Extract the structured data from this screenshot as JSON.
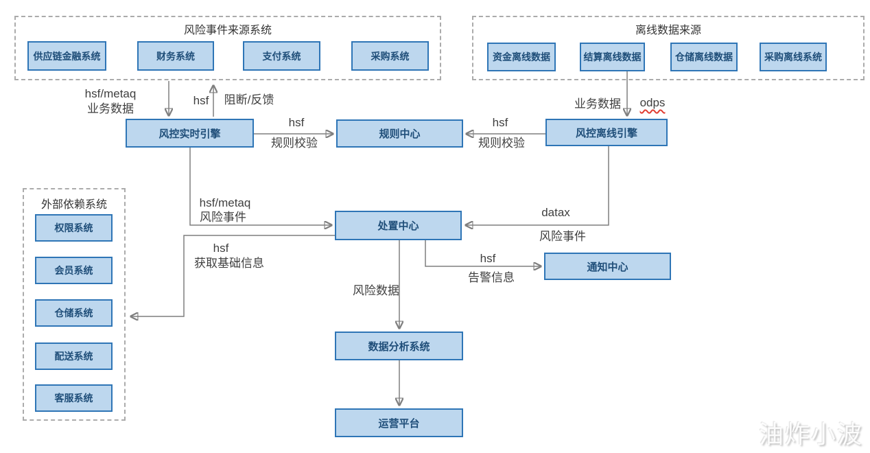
{
  "diagram": {
    "groups": {
      "risk_sources": {
        "title": "风险事件来源系统",
        "items": [
          "供应链金融系统",
          "财务系统",
          "支付系统",
          "采购系统"
        ]
      },
      "offline_sources": {
        "title": "离线数据来源",
        "items": [
          "资金离线数据",
          "结算离线数据",
          "仓储离线数据",
          "采购离线系统"
        ]
      },
      "external_deps": {
        "title": "外部依赖系统",
        "items": [
          "权限系统",
          "会员系统",
          "仓储系统",
          "配送系统",
          "客服系统"
        ]
      }
    },
    "nodes": {
      "realtime_engine": "风控实时引擎",
      "rule_center": "规则中心",
      "offline_engine": "风控离线引擎",
      "disposal_center": "处置中心",
      "notify_center": "通知中心",
      "data_analysis": "数据分析系统",
      "ops_platform": "运营平台"
    },
    "edges": {
      "feed_realtime": {
        "line1": "hsf/metaq",
        "line2": "业务数据"
      },
      "block_feedback": {
        "line1": "hsf",
        "line2": "阻断/反馈"
      },
      "realtime_to_rule": {
        "line1": "hsf",
        "line2": "规则校验"
      },
      "offline_to_rule": {
        "line1": "hsf",
        "line2": "规则校验"
      },
      "feed_offline": {
        "line1": "业务数据",
        "line2": "odps"
      },
      "risk_event_realtime": {
        "line1": "hsf/metaq",
        "line2": "风险事件"
      },
      "risk_event_offline": {
        "line1": "datax",
        "line2": "风险事件"
      },
      "base_info": {
        "line1": "hsf",
        "line2": "获取基础信息"
      },
      "alert_info": {
        "line1": "hsf",
        "line2": "告警信息"
      },
      "risk_data": {
        "line1": "风险数据"
      }
    },
    "watermark": "油炸小波",
    "colors": {
      "node_fill": "#bdd7ee",
      "node_border": "#2e75b6",
      "node_text": "#1f4e79",
      "arrow": "#7f7f7f",
      "dashed_border": "#ababab",
      "label_text": "#3f3f3f",
      "odps_underline": "#e03c31"
    }
  }
}
